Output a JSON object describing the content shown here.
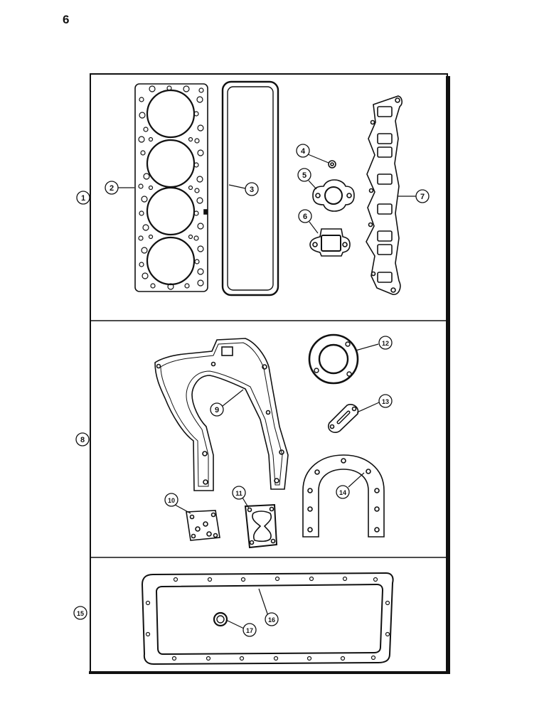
{
  "page": {
    "number": "6"
  },
  "colors": {
    "ink": "#111111",
    "paper": "#ffffff"
  },
  "callouts": {
    "c1": "1",
    "c2": "2",
    "c3": "3",
    "c4": "4",
    "c5": "5",
    "c6": "6",
    "c7": "7",
    "c8": "8",
    "c9": "9",
    "c10": "10",
    "c11": "11",
    "c12": "12",
    "c13": "13",
    "c14": "14",
    "c15": "15",
    "c16": "16",
    "c17": "17"
  },
  "parts": [
    {
      "callout": "2",
      "name": "cylinder-head-gasket"
    },
    {
      "callout": "3",
      "name": "rocker-cover-gasket"
    },
    {
      "callout": "4",
      "name": "o-ring-gasket"
    },
    {
      "callout": "5",
      "name": "round-flange-gasket"
    },
    {
      "callout": "6",
      "name": "rectangular-flange-gasket"
    },
    {
      "callout": "7",
      "name": "manifold-gasket"
    },
    {
      "callout": "9",
      "name": "timing-cover-plate-gasket"
    },
    {
      "callout": "10",
      "name": "small-plate-gasket"
    },
    {
      "callout": "11",
      "name": "hourglass-gasket"
    },
    {
      "callout": "12",
      "name": "ring-gasket"
    },
    {
      "callout": "13",
      "name": "oval-flange-gasket"
    },
    {
      "callout": "14",
      "name": "rear-seal-retainer-gasket"
    },
    {
      "callout": "16",
      "name": "oil-pan-gasket"
    },
    {
      "callout": "17",
      "name": "drain-plug-washer"
    }
  ],
  "sections": [
    {
      "callout": "1",
      "name": "upper-gasket-set"
    },
    {
      "callout": "8",
      "name": "lower-gasket-set"
    },
    {
      "callout": "15",
      "name": "oil-pan-gasket-set"
    }
  ]
}
